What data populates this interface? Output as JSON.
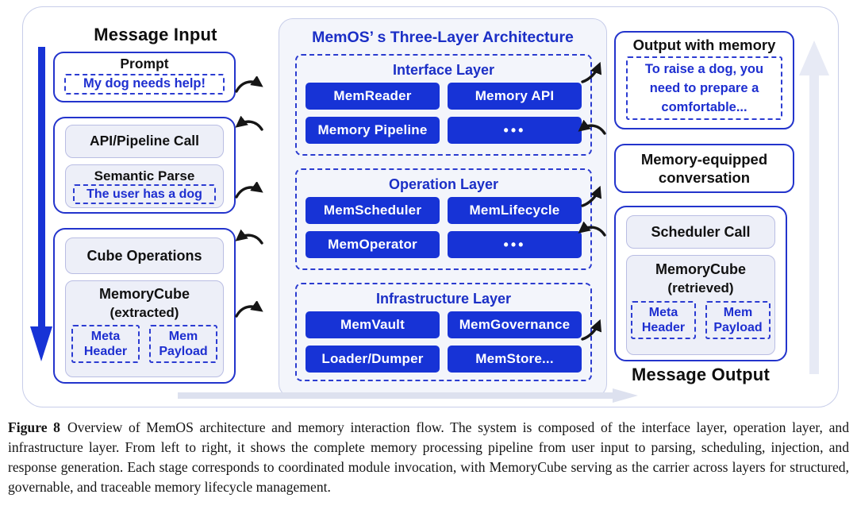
{
  "figure": {
    "input": {
      "title": "Message Input",
      "prompt": {
        "label": "Prompt",
        "value": "My dog needs help!"
      },
      "api_call": "API/Pipeline Call",
      "semantic_parse": {
        "label": "Semantic Parse",
        "value": "The user has a dog"
      },
      "cube_operations": "Cube Operations",
      "memory_cube": {
        "label": "MemoryCube",
        "sublabel": "(extracted)",
        "meta_header": "Meta Header",
        "mem_payload": "Mem Payload"
      }
    },
    "core": {
      "title": "MemOS’ s Three-Layer Architecture",
      "layers": [
        {
          "name": "Interface Layer",
          "modules": [
            "MemReader",
            "Memory API",
            "Memory Pipeline",
            "•••"
          ]
        },
        {
          "name": "Operation Layer",
          "modules": [
            "MemScheduler",
            "MemLifecycle",
            "MemOperator",
            "•••"
          ]
        },
        {
          "name": "Infrastructure Layer",
          "modules": [
            "MemVault",
            "MemGovernance",
            "Loader/Dumper",
            "MemStore..."
          ]
        }
      ]
    },
    "output": {
      "title": "Message Output",
      "output_box": {
        "label": "Output with memory",
        "lines": [
          "To raise a dog, you",
          "need to prepare a",
          "comfortable..."
        ]
      },
      "conversation": "Memory-equipped conversation",
      "scheduler_call": "Scheduler Call",
      "memory_cube": {
        "label": "MemoryCube",
        "sublabel": "(retrieved)",
        "meta_header": "Meta Header",
        "mem_payload": "Mem Payload"
      }
    },
    "icons": {
      "input_flow_arrow": "thick blue downward arrow",
      "curve_arrow_right": "black curved arrow pointing right",
      "curve_arrow_left": "black curved arrow pointing left",
      "curve_arrow_up_right": "black curved arrow pointing up-right",
      "output_flow_arrow": "faint gray upward arrow",
      "bottom_flow_arrow": "faint gray rightward arrow"
    },
    "colors": {
      "module_blue": "#1733d6",
      "border_blue": "#2334cc",
      "dashed_blue": "#2c3cd2",
      "title_blue": "#1b2fc6",
      "core_panel_bg": "#f3f5fb",
      "gray_box_bg": "#edeff8",
      "gray_box_border": "#b9bde3",
      "faint_arrow": "#e7eaf5",
      "arrow_black": "#161616"
    }
  },
  "caption": {
    "tag": "Figure 8",
    "text": "Overview of MemOS architecture and memory interaction flow. The system is composed of the interface layer, operation layer, and infrastructure layer. From left to right, it shows the complete memory processing pipeline from user input to parsing, scheduling, injection, and response generation. Each stage corresponds to coordinated module invocation, with MemoryCube serving as the carrier across layers for structured, governable, and traceable memory lifecycle management."
  }
}
